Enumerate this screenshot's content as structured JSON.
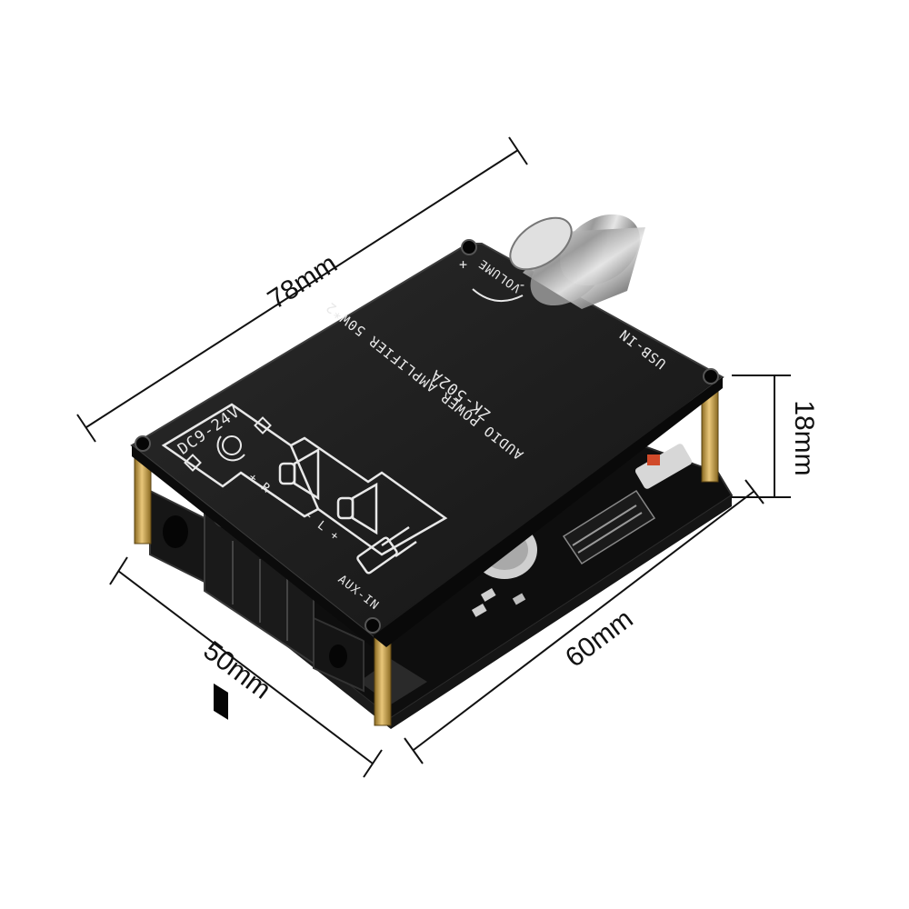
{
  "dimensions": {
    "length": "78mm",
    "width": "50mm",
    "depth": "60mm",
    "height": "18mm"
  },
  "board": {
    "volume": "VOLUME",
    "volume_minus": "-",
    "volume_plus": "+",
    "usb": "USB-IN",
    "amp_line1": "AUDIO POWER AMPLIFIER 50W*2",
    "model": "ZK-502A",
    "dc": "DC9-24V",
    "right_channel": "+ R -",
    "left_channel": "- L +",
    "aux": "AUX-IN"
  },
  "colors": {
    "board_top": "#1c1c1c",
    "pcb": "#0e0e0e",
    "standoff": "#c9a24a",
    "silkscreen": "#e8e8e8",
    "dimension_line": "#111111"
  }
}
